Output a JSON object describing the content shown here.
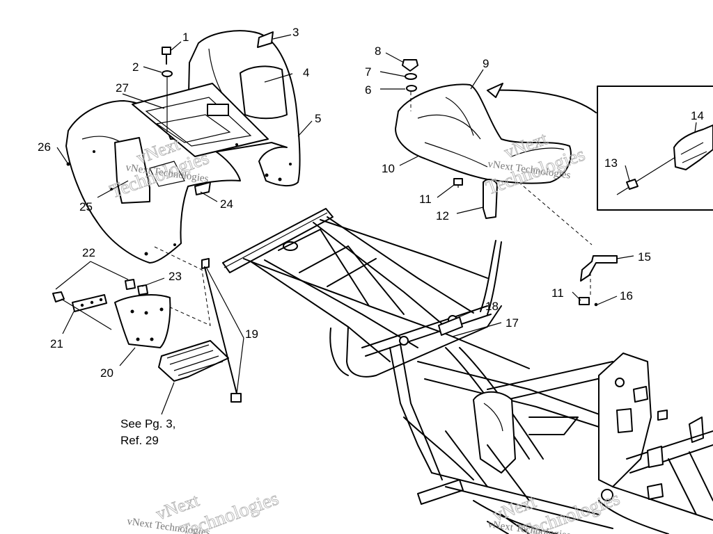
{
  "callouts": [
    "1",
    "2",
    "3",
    "4",
    "5",
    "6",
    "7",
    "8",
    "9",
    "10",
    "11",
    "11",
    "12",
    "13",
    "14",
    "15",
    "16",
    "17",
    "18",
    "19",
    "20",
    "21",
    "22",
    "23",
    "24",
    "25",
    "26",
    "27"
  ],
  "note": {
    "line1": "See Pg. 3,",
    "line2": "Ref. 29"
  },
  "watermark": {
    "brand": "vNext",
    "company": "Technologies",
    "small": "vNext Technologies"
  },
  "colors": {
    "ink": "#000000",
    "watermark": "#7a7a7a",
    "background": "#ffffff"
  }
}
